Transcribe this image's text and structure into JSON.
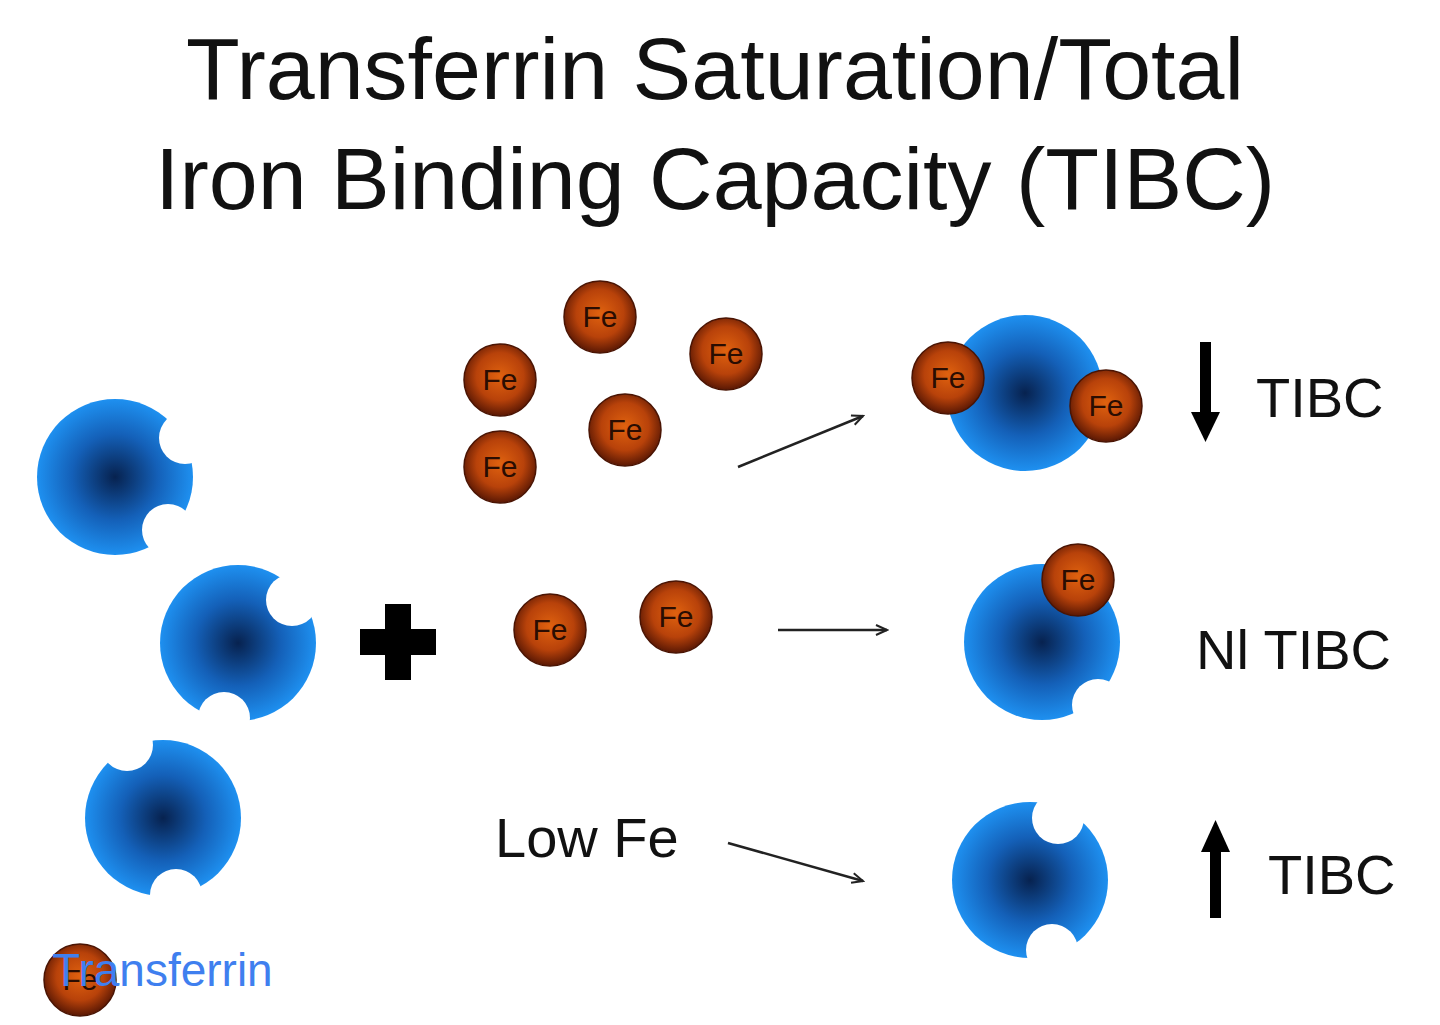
{
  "diagram": {
    "title": "Transferrin Saturation/Total Iron Binding Capacity (TIBC)",
    "nodes": [
      {
        "text": [
          "Fe"
        ]
      },
      {
        "text": [
          "Fe"
        ]
      },
      {
        "text": [
          "Fe"
        ]
      },
      {
        "text": [
          "Fe"
        ]
      },
      {
        "text": [
          "Fe"
        ]
      },
      {
        "text": [
          "Fe"
        ]
      },
      {
        "text": [
          "Fe"
        ]
      },
      {
        "text": [
          "Fe"
        ]
      },
      {
        "text": [
          "Fe"
        ]
      },
      {
        "text": [
          "Fe"
        ]
      },
      {
        "text": [
          "Fe"
        ]
      }
    ],
    "labels": [
      "TIBC",
      "Nl TIBC",
      "Low Fe",
      "TIBC",
      "Transferrin"
    ]
  }
}
